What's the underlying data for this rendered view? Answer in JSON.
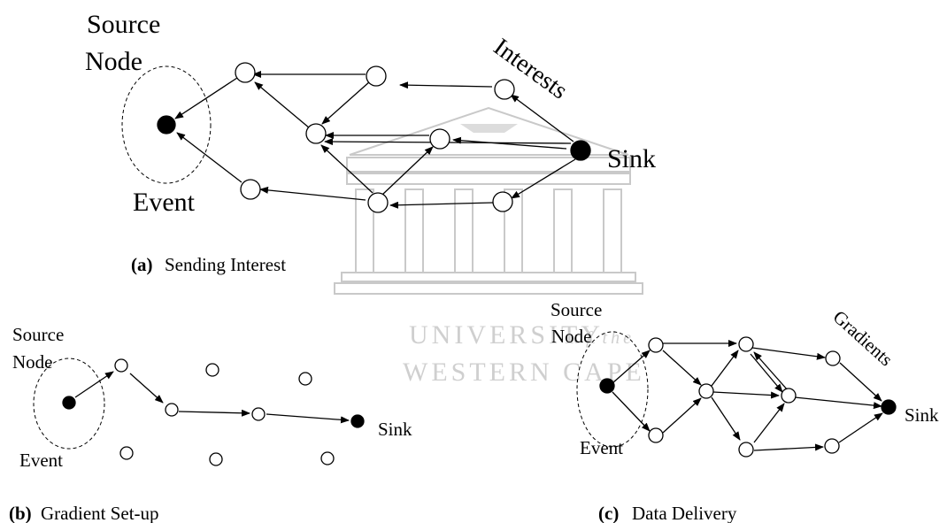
{
  "watermark": {
    "line1": "UNIVERSITY",
    "line1_suffix": "of the",
    "line2": "WESTERN CAPE"
  },
  "panel_a": {
    "caption_tag": "(a)",
    "caption_text": "Sending Interest",
    "label_source": "Source",
    "label_node": "Node",
    "label_event": "Event",
    "label_sink": "Sink",
    "label_flow": "Interests"
  },
  "panel_b": {
    "caption_tag": "(b)",
    "caption_text": "Gradient Set-up",
    "label_source": "Source",
    "label_node": "Node",
    "label_event": "Event",
    "label_sink": "Sink"
  },
  "panel_c": {
    "caption_tag": "(c)",
    "caption_text": "Data Delivery",
    "label_source": "Source",
    "label_node": "Node",
    "label_event": "Event",
    "label_sink": "Sink",
    "label_flow": "Gradients"
  }
}
